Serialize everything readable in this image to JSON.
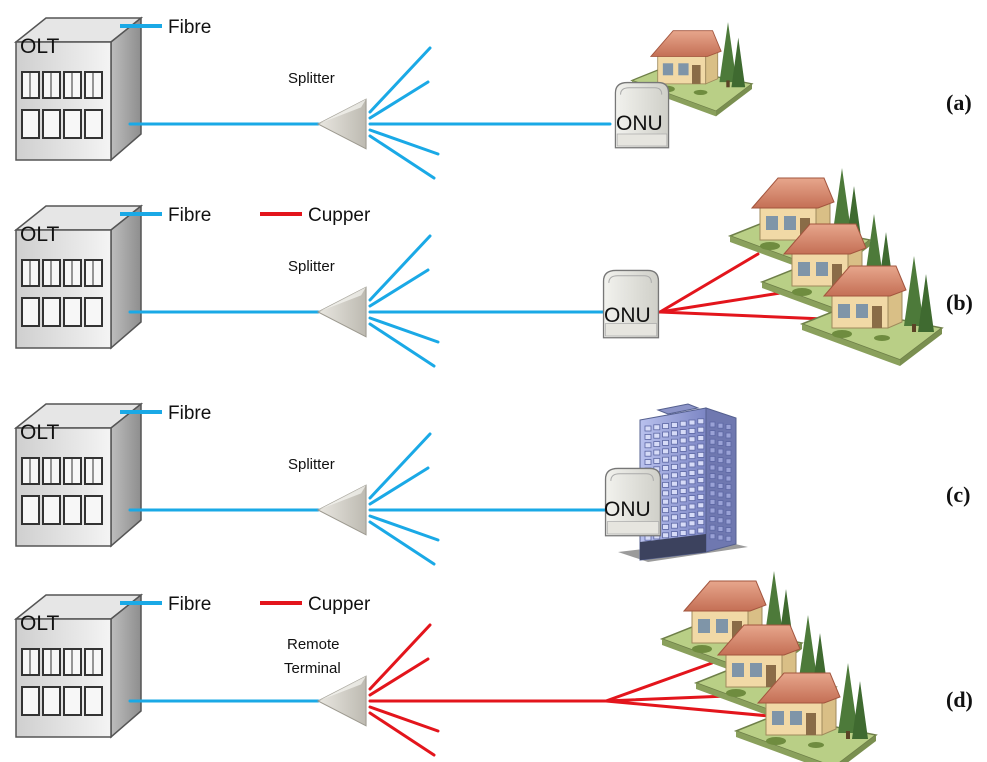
{
  "colors": {
    "fibre": "#1aa9e6",
    "copper": "#e3151c",
    "splitter": "#d8d6cf",
    "building": "#9aa4d8"
  },
  "panels": [
    {
      "tag": "(a)",
      "olt_label": "OLT",
      "legend": [
        {
          "label": "Fibre",
          "line": "fibre"
        }
      ],
      "splitter_label": [
        "Splitter"
      ],
      "branch_line": "fibre",
      "endpoint": "onu-single-house",
      "onu_label": "ONU"
    },
    {
      "tag": "(b)",
      "olt_label": "OLT",
      "legend": [
        {
          "label": "Fibre",
          "line": "fibre"
        },
        {
          "label": "Cupper",
          "line": "copper"
        }
      ],
      "splitter_label": [
        "Splitter"
      ],
      "branch_line": "fibre",
      "endpoint": "onu-three-houses",
      "onu_label": "ONU"
    },
    {
      "tag": "(c)",
      "olt_label": "OLT",
      "legend": [
        {
          "label": "Fibre",
          "line": "fibre"
        }
      ],
      "splitter_label": [
        "Splitter"
      ],
      "branch_line": "fibre",
      "endpoint": "onu-building",
      "onu_label": "ONU"
    },
    {
      "tag": "(d)",
      "olt_label": "OLT",
      "legend": [
        {
          "label": "Fibre",
          "line": "fibre"
        },
        {
          "label": "Cupper",
          "line": "copper"
        }
      ],
      "splitter_label": [
        "Remote",
        "Terminal"
      ],
      "branch_line": "copper",
      "endpoint": "three-houses",
      "onu_label": ""
    }
  ]
}
